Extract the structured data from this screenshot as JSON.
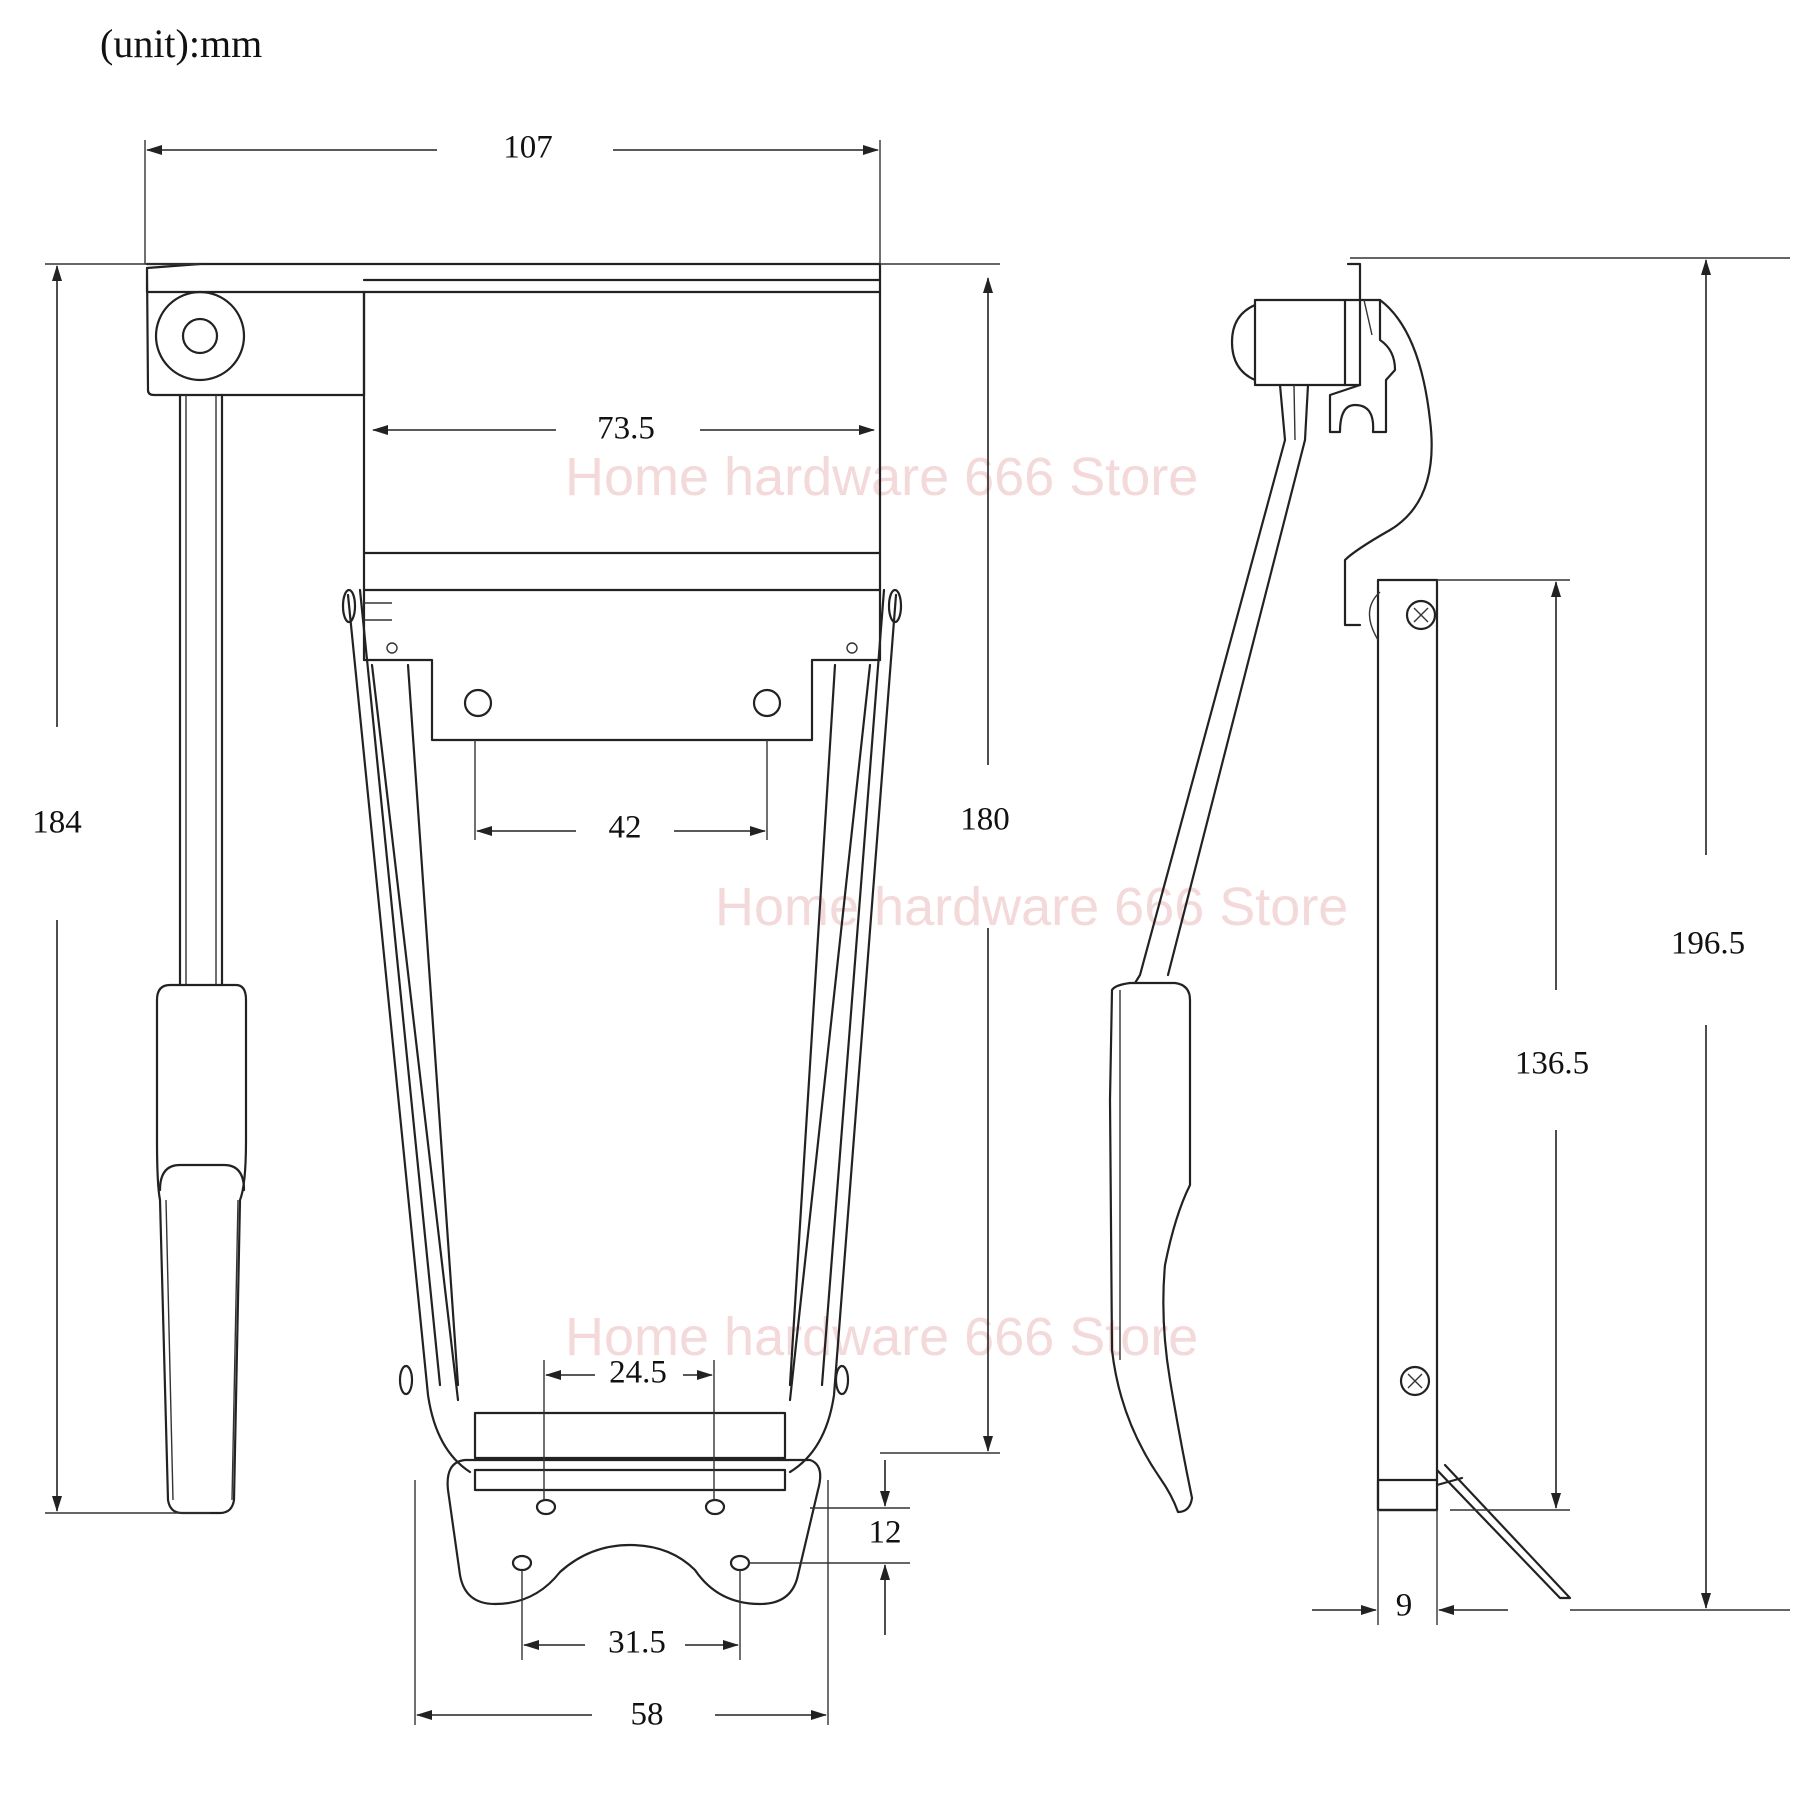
{
  "unit_label": "(unit):mm",
  "watermarks": [
    "Home hardware 666 Store",
    "Home hardware 666 Store",
    "Home hardware 666 Store"
  ],
  "dimensions": {
    "overall_width": "107",
    "bar_width": "73.5",
    "hole_spacing_top": "42",
    "arm_length": "184",
    "body_length": "180",
    "tailpiece_holes_upper": "24.5",
    "tailpiece_holes_lower": "31.5",
    "tailpiece_hole_offset": "12",
    "tailpiece_width": "58",
    "side_height": "196.5",
    "base_height": "136.5",
    "base_thickness": "9"
  },
  "colors": {
    "line": "#222222",
    "text": "#111111",
    "watermark": "#f3d9d9",
    "background": "#ffffff"
  }
}
